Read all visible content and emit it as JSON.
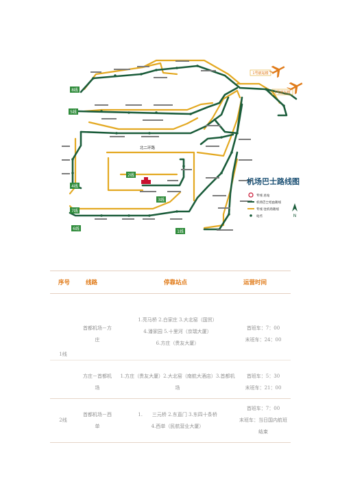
{
  "map": {
    "title": "机场巴士路线图",
    "legend": [
      {
        "label": "专线 总站",
        "color": "#c8102e"
      },
      {
        "label": "机场巴士经由路线",
        "color": "#1a5c3a"
      },
      {
        "label": "专线 往机场路线",
        "color": "#e3a820"
      },
      {
        "label": "站点",
        "color": "#1a5c3a"
      }
    ],
    "route_badges": [
      "8线",
      "5线",
      "4线",
      "7线",
      "6线",
      "3线",
      "2线",
      "1线"
    ],
    "terminal_labels": [
      "1号航站楼",
      "2号航站楼"
    ],
    "central_label": "北二环路",
    "compass_label": "N",
    "colors": {
      "main_route": "#1a5c3a",
      "branch_route": "#e3a820",
      "accent": "#c8102e",
      "badge": "#2e8b3a"
    }
  },
  "table": {
    "headers": [
      "序号",
      "线路",
      "停靠站点",
      "运营时间"
    ],
    "rows": [
      {
        "id": "1线",
        "route_a": [
          "首都机场－方",
          "庄"
        ],
        "stops_a": [
          "1.亮马桥 2.白家庄 3.大北窑（国贸）",
          "4.潘家园 5.十里河（京瑞大厦）",
          "6.方庄（贵友大厦）"
        ],
        "time_a": [
          "首班车：7：00",
          "末班车：24：00"
        ],
        "route_b": [
          "方庄－首都机",
          "场"
        ],
        "stops_b": [
          "1.方庄（贵友大厦）2.大北窑（南航大酒店）3.首都机",
          "场"
        ],
        "time_b": [
          "首班车：5：30",
          "末班车：21：00"
        ]
      },
      {
        "id": "2线",
        "route_a": [
          "首都机场－西",
          "单"
        ],
        "stops_a": [
          "1.　　三元桥 2.东直门 3.东四十条桥",
          "4.西单（民航营业大厦）"
        ],
        "time_a": [
          "首班车：7：00",
          "末班车：当日国内航班",
          "结束"
        ]
      }
    ]
  }
}
